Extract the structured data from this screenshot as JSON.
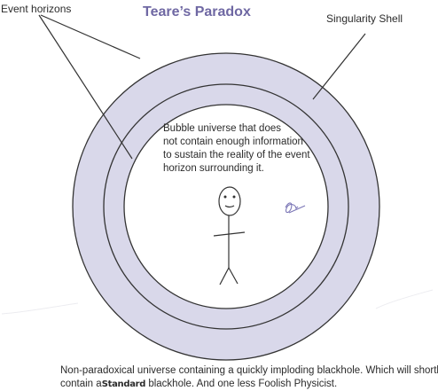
{
  "title": "Teare’s Paradox",
  "labels": {
    "event_horizons": "Event horizons",
    "singularity_shell": "Singularity Shell"
  },
  "bubble_text": [
    "Bubble universe that does",
    "not contain enough information",
    "to sustain the reality of the event",
    "horizon surrounding it."
  ],
  "caption": {
    "line1": "Non-paradoxical universe containing a quickly imploding blackhole. Which will shortly",
    "line2_prefix": "contain a",
    "standard_word": "Standard",
    "line2_suffix": " blackhole.  And one less Foolish Physicist."
  },
  "colors": {
    "title": "#6f68a3",
    "shell_fill": "#d9d8ea",
    "outline": "#333333",
    "signature": "#7b76b6"
  }
}
